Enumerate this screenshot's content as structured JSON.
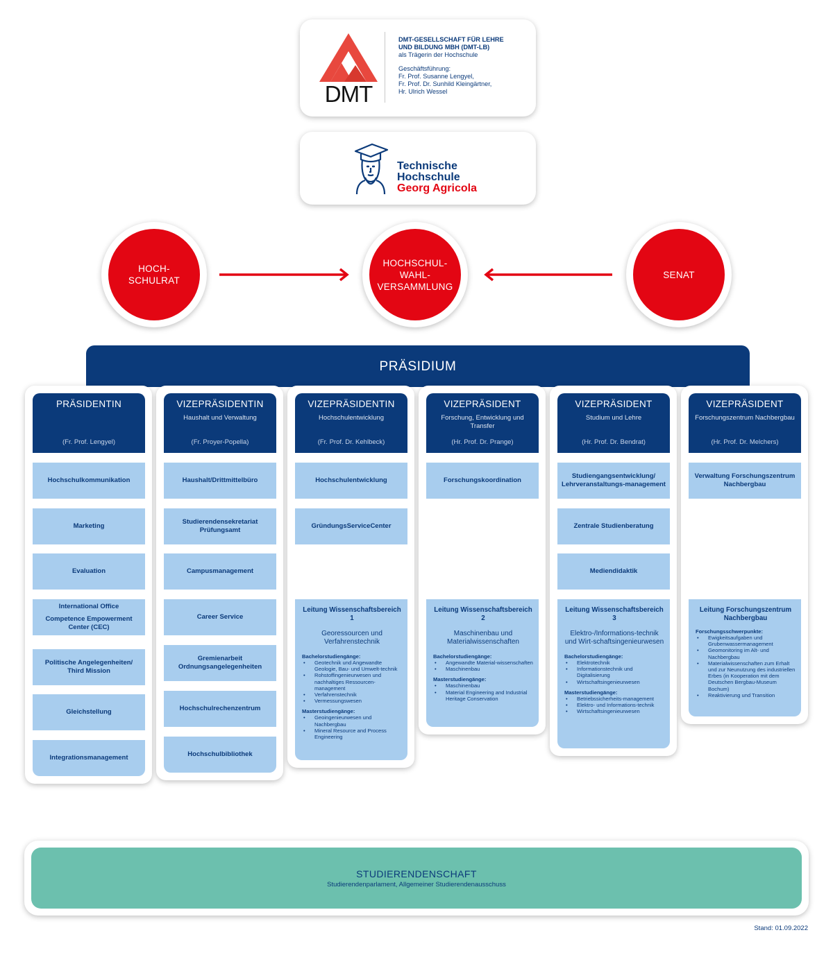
{
  "dmt": {
    "logo_text": "DMT",
    "line1": "DMT-GESELLSCHAFT FÜR LEHRE",
    "line2": "UND BILDUNG MBH (DMT-LB)",
    "line3": "als Trägerin der Hochschule",
    "mgmt_label": "Geschäftsführung:",
    "mgmt1": "Fr. Prof. Susanne Lengyel,",
    "mgmt2": "Fr. Prof. Dr. Sunhild Kleingärtner,",
    "mgmt3": "Hr. Ulrich Wessel"
  },
  "thga": {
    "line1": "Technische",
    "line2": "Hochschule",
    "line3": "Georg Agricola"
  },
  "circles": {
    "rat": "HOCH-\nSCHULRAT",
    "wahl": "HOCHSCHUL-\nWAHL-\nVERSAMMLUNG",
    "senat": "SENAT"
  },
  "praesidium": "PRÄSIDIUM",
  "columns": [
    {
      "title": "PRÄSIDENTIN",
      "subtitle": "",
      "person": "(Fr. Prof. Lengyel)",
      "units": [
        {
          "l1": "Hochschulkommunikation",
          "l2": ""
        },
        {
          "l1": "Marketing",
          "l2": ""
        },
        {
          "l1": "Evaluation",
          "l2": ""
        },
        {
          "l1": "International Office",
          "l2": "Competence Empowerment Center (CEC)"
        },
        {
          "l1": "Politische Angelegenheiten/ Third Mission",
          "l2": ""
        },
        {
          "l1": "Gleichstellung",
          "l2": ""
        },
        {
          "l1": "Integrationsmanagement",
          "l2": ""
        }
      ]
    },
    {
      "title": "VIZEPRÄSIDENTIN",
      "subtitle": "Haushalt und Verwaltung",
      "person": "(Fr. Proyer-Popella)",
      "units": [
        {
          "l1": "Haushalt/Drittmittelbüro",
          "l2": ""
        },
        {
          "l1": "Studierendensekretariat Prüfungsamt",
          "l2": ""
        },
        {
          "l1": "Campusmanagement",
          "l2": ""
        },
        {
          "l1": "Career Service",
          "l2": ""
        },
        {
          "l1": "Gremienarbeit Ordnungsangelegenheiten",
          "l2": ""
        },
        {
          "l1": "Hochschulrechenzentrum",
          "l2": ""
        },
        {
          "l1": "Hochschulbibliothek",
          "l2": ""
        }
      ]
    },
    {
      "title": "VIZEPRÄSIDENTIN",
      "subtitle": "Hochschulentwicklung",
      "person": "(Fr. Prof. Dr. Kehlbeck)",
      "units": [
        {
          "l1": "Hochschulentwicklung",
          "l2": ""
        },
        {
          "l1": "GründungsServiceCenter",
          "l2": ""
        }
      ],
      "big": {
        "title": "Leitung Wissenschaftsbereich 1",
        "desc": "Georessourcen und Verfahrenstechnik",
        "sections": [
          {
            "heading": "Bachelorstudiengänge:",
            "items": [
              "Geotechnik und Angewandte Geologie, Bau- und Umwelt-technik",
              "Rohstoffingenieurwesen und nachhaltiges Ressourcen-management",
              "Verfahrenstechnik",
              "Vermessungswesen"
            ]
          },
          {
            "heading": "Masterstudiengänge:",
            "items": [
              "Geoingenieurwesen und Nachbergbau",
              "Mineral Resource and Process Engineering"
            ]
          }
        ]
      }
    },
    {
      "title": "VIZEPRÄSIDENT",
      "subtitle": "Forschung, Entwicklung und Transfer",
      "person": "(Hr. Prof. Dr. Prange)",
      "units": [
        {
          "l1": "Forschungskoordination",
          "l2": ""
        }
      ],
      "big": {
        "title": "Leitung Wissenschaftsbereich 2",
        "desc": "Maschinenbau und Materialwissenschaften",
        "sections": [
          {
            "heading": "Bachelorstudiengänge:",
            "items": [
              "Angewandte Material-wissenschaften",
              "Maschinenbau"
            ]
          },
          {
            "heading": "Masterstudiengänge:",
            "items": [
              "Maschinenbau",
              "Material Engineering and Industrial Heritage Conservation"
            ]
          }
        ]
      }
    },
    {
      "title": "VIZEPRÄSIDENT",
      "subtitle": "Studium und Lehre",
      "person": "(Hr. Prof. Dr. Bendrat)",
      "units": [
        {
          "l1": "Studiengangsentwicklung/ Lehrveranstaltungs-management",
          "l2": ""
        },
        {
          "l1": "Zentrale Studienberatung",
          "l2": ""
        },
        {
          "l1": "Mediendidaktik",
          "l2": ""
        }
      ],
      "big": {
        "title": "Leitung Wissenschaftsbereich 3",
        "desc": "Elektro-/Informations-technik und Wirt-schaftsingenieurwesen",
        "sections": [
          {
            "heading": "Bachelorstudiengänge:",
            "items": [
              "Elektrotechnik",
              "Informationstechnik und Digitalisierung",
              "Wirtschaftsingenieurwesen"
            ]
          },
          {
            "heading": "Masterstudiengänge:",
            "items": [
              "Betriebssicherheits-management",
              "Elektro- und Informations-technik",
              "Wirtschaftsingenieurwesen"
            ]
          }
        ]
      }
    },
    {
      "title": "VIZEPRÄSIDENT",
      "subtitle": "Forschungszentrum Nachbergbau",
      "person": "(Hr. Prof. Dr. Melchers)",
      "units": [
        {
          "l1": "Verwaltung Forschungszentrum Nachbergbau",
          "l2": ""
        }
      ],
      "big": {
        "title": "Leitung Forschungszentrum Nachbergbau",
        "desc": "",
        "sections": [
          {
            "heading": "Forschungsschwerpunkte:",
            "items": [
              "Ewigkeitsaufgaben und Grubenwassermanagement",
              "Geomonitoring im Alt- und Nachbergbau",
              "Materialwissenschaften zum Erhalt und zur Neunutzung des industriellen Erbes (in Kooperation mit dem Deutschen Bergbau-Museum Bochum)",
              "Reaktivierung und Transition"
            ]
          }
        ]
      }
    }
  ],
  "studierendenschaft": {
    "title": "STUDIERENDENSCHAFT",
    "subtitle": "Studierendenparlament, Allgemeiner Studierendenausschuss"
  },
  "stand": "Stand: 01.09.2022",
  "colors": {
    "navy": "#0b3a7a",
    "red": "#e30613",
    "light_blue": "#a8cdee",
    "green": "#6cc0ae"
  }
}
